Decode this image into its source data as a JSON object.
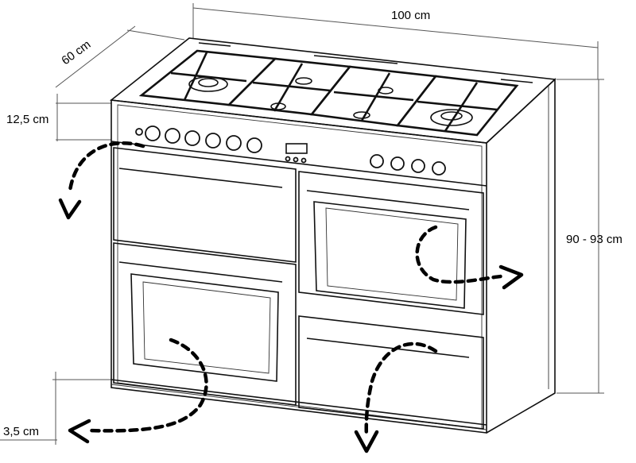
{
  "dimensions": {
    "width": "100 cm",
    "depth": "60 cm",
    "control_panel_height": "12,5 cm",
    "total_height": "90 - 93 cm",
    "plinth_height": "3,5 cm"
  }
}
